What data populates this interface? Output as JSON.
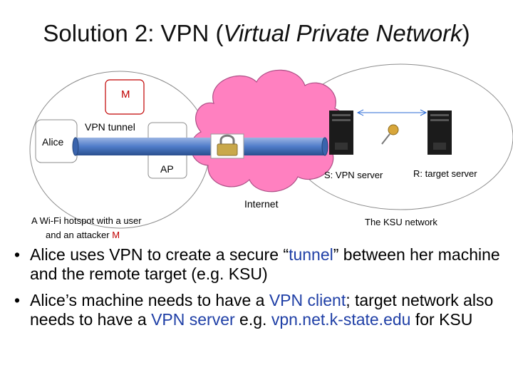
{
  "title": {
    "prefix": "Solution 2: VPN (",
    "italic": "Virtual Private Network",
    "suffix": ")"
  },
  "diagram": {
    "attacker_label": "M",
    "alice_label": "Alice",
    "tunnel_label": "VPN tunnel",
    "ap_label": "AP",
    "internet_label": "Internet",
    "vpn_server_label": "S: VPN server",
    "target_server_label": "R: target server",
    "hotspot_caption_line1": "A Wi-Fi hotspot with a user",
    "hotspot_caption_line2": "and an attacker ",
    "hotspot_caption_attacker": "M",
    "ksu_caption": "The KSU network",
    "lock_icon": "padlock-icon",
    "key_icon": "key-icon",
    "colors": {
      "attacker": "#c00000",
      "tunnel": "#4472c4",
      "cloud": "#ff80c0",
      "link": "#2b6bd6",
      "text_highlight": "#1f3fa6"
    }
  },
  "bullets": [
    {
      "b1_t1": "Alice uses VPN to create a secure “",
      "b1_hl": "tunnel",
      "b1_t2": "” between her machine and the remote target (e.g. KSU)"
    },
    {
      "b2_t1": " Alice’s machine needs to have a ",
      "b2_hl1": "VPN client",
      "b2_t2": ";  target network also needs to have a  ",
      "b2_hl2": "VPN server",
      "b2_t3": " e.g. ",
      "b2_hl3": "vpn.net.k-state.edu",
      "b2_t4": " for KSU"
    }
  ],
  "bullet_char": "•"
}
